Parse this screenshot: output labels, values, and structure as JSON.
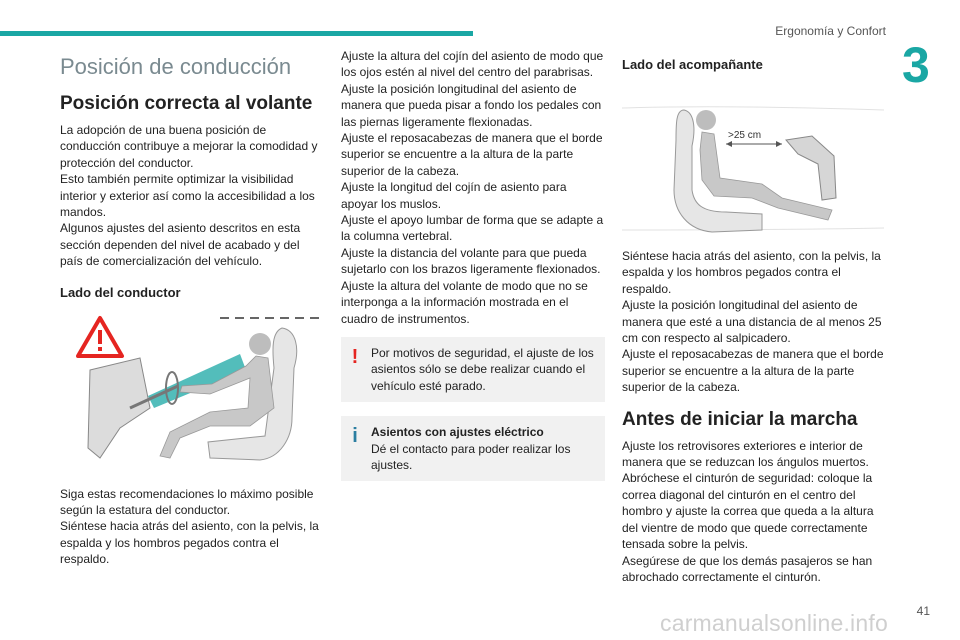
{
  "header": {
    "section": "Ergonomía y Confort",
    "chapter": "3"
  },
  "footer": {
    "page": "41",
    "watermark": "carmanualsonline.info"
  },
  "col1": {
    "page_title": "Posición de conducción",
    "heading": "Posición correcta al volante",
    "intro": [
      "La adopción de una buena posición de conducción contribuye a mejorar la comodidad y protección del conductor.",
      "Esto también permite optimizar la visibilidad interior y exterior así como la accesibilidad a los mandos.",
      "Algunos ajustes del asiento descritos en esta sección dependen del nivel de acabado y del país de comercialización del vehículo."
    ],
    "driver_heading": "Lado del conductor",
    "after_figure": [
      "Siga estas recomendaciones lo máximo posible según la estatura del conductor.",
      "Siéntese hacia atrás del asiento, con la pelvis, la espalda y los hombros pegados contra el respaldo."
    ]
  },
  "col2": {
    "paragraphs": [
      "Ajuste la altura del cojín del asiento de modo que los ojos estén al nivel del centro del parabrisas.",
      "Ajuste la posición longitudinal del asiento de manera que pueda pisar a fondo los pedales con las piernas ligeramente flexionadas.",
      "Ajuste el reposacabezas de manera que el borde superior se encuentre a la altura de la parte superior de la cabeza.",
      "Ajuste la longitud del cojín de asiento para apoyar los muslos.",
      "Ajuste el apoyo lumbar de forma que se adapte a la columna vertebral.",
      "Ajuste la distancia del volante para que pueda sujetarlo con los brazos ligeramente flexionados.",
      "Ajuste la altura del volante de modo que no se interponga a la información mostrada en el cuadro de instrumentos."
    ],
    "warning": {
      "icon": "!",
      "text": "Por motivos de seguridad, el ajuste de los asientos sólo se debe realizar cuando el vehículo esté parado."
    },
    "info": {
      "icon": "i",
      "title": "Asientos con ajustes eléctrico",
      "text": "Dé el contacto para poder realizar los ajustes."
    }
  },
  "col3": {
    "passenger_heading": "Lado del acompañante",
    "distance_label": ">25 cm",
    "passenger_text": [
      "Siéntese hacia atrás del asiento, con la pelvis, la espalda y los hombros pegados contra el respaldo.",
      "Ajuste la posición longitudinal del asiento de manera que esté a una distancia de al menos 25 cm con respecto al salpicadero.",
      "Ajuste el reposacabezas de manera que el borde superior se encuentre a la altura de la parte superior de la cabeza."
    ],
    "start_heading": "Antes de iniciar la marcha",
    "start_text": [
      "Ajuste los retrovisores exteriores e interior de manera que se reduzcan los ángulos muertos.",
      "Abróchese el cinturón de seguridad: coloque la correa diagonal del cinturón en el centro del hombro y ajuste la correa que queda a la altura del vientre de modo que quede correctamente tensada sobre la pelvis.",
      "Asegúrese de que los demás pasajeros se han abrochado correctamente el cinturón."
    ]
  },
  "colors": {
    "accent": "#1aa7a4",
    "warning": "#e52521",
    "info": "#2b7ea1"
  }
}
